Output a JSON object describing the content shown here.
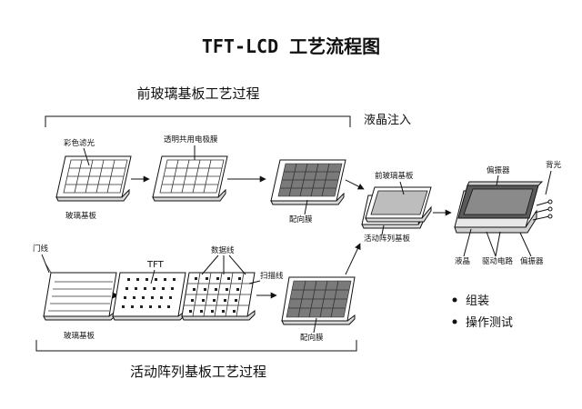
{
  "title": "TFT-LCD 工艺流程图",
  "sections": {
    "front_plate": "前玻璃基板工艺过程",
    "active_array": "活动阵列基板工艺过程",
    "liquid_crystal_injection": "液晶注入"
  },
  "labels": {
    "color_filter": "彩色滤光",
    "transparent_electrode": "透明共用电极膜",
    "glass_substrate_top": "玻璃基板",
    "alignment_film_top": "配向膜",
    "front_glass": "前玻璃基板",
    "active_array_substrate": "活动阵列基板",
    "polarizer_top": "偏振器",
    "backlight": "背光",
    "liquid_crystal": "液晶",
    "drive_circuit": "驱动电路",
    "polarizer_bottom": "偏振器",
    "gate_line": "门线",
    "tft": "TFT",
    "data_line": "数据线",
    "scan_line": "扫描线",
    "glass_substrate_bottom": "玻璃基板",
    "alignment_film_bottom": "配向膜"
  },
  "steps_final": [
    "组装",
    "操作测试"
  ]
}
